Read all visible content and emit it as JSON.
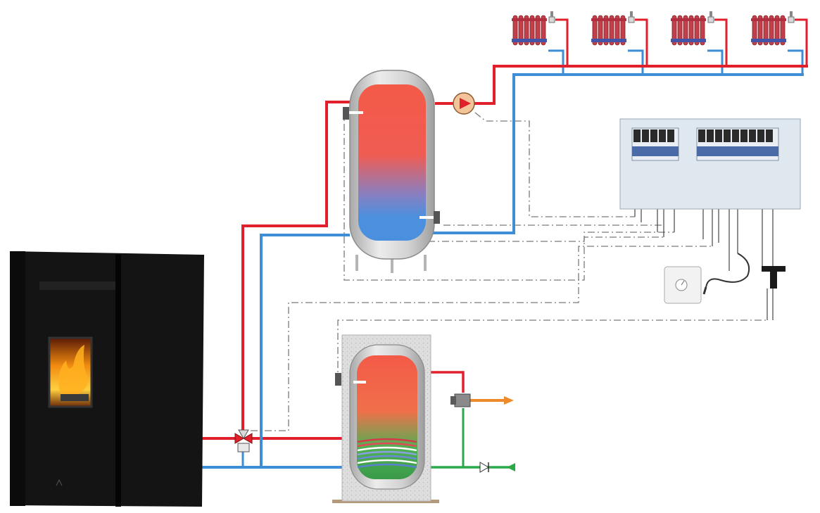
{
  "colors": {
    "hot_pipe": "#e2202c",
    "cold_pipe": "#3d8ed6",
    "domestic_cold": "#2aa84a",
    "domestic_hot": "#ee8a2a",
    "signal_line": "#7a7a7a",
    "stove_body": "#141414",
    "tank_shell": "#c9c9c9",
    "insulation": "#dcdcdc",
    "control_panel": "#dfe7ef",
    "radiator": "#c3404a",
    "radiator_return": "#4455a8"
  },
  "components": {
    "stove": "pellet-stove",
    "buffer_tank": "buffer-storage-tank",
    "dhw_tank": "domestic-hot-water-tank",
    "control_unit": "terminal-control-box",
    "radiators_count": 4,
    "pump": "circulation-pump",
    "mixing_valve": "three-way-valve",
    "thermostat": "room-thermostat",
    "sensor": "temperature-probe",
    "outdoor_sensor": "t-sensor"
  },
  "control_unit": {
    "terminal_groups": [
      5,
      9
    ]
  }
}
